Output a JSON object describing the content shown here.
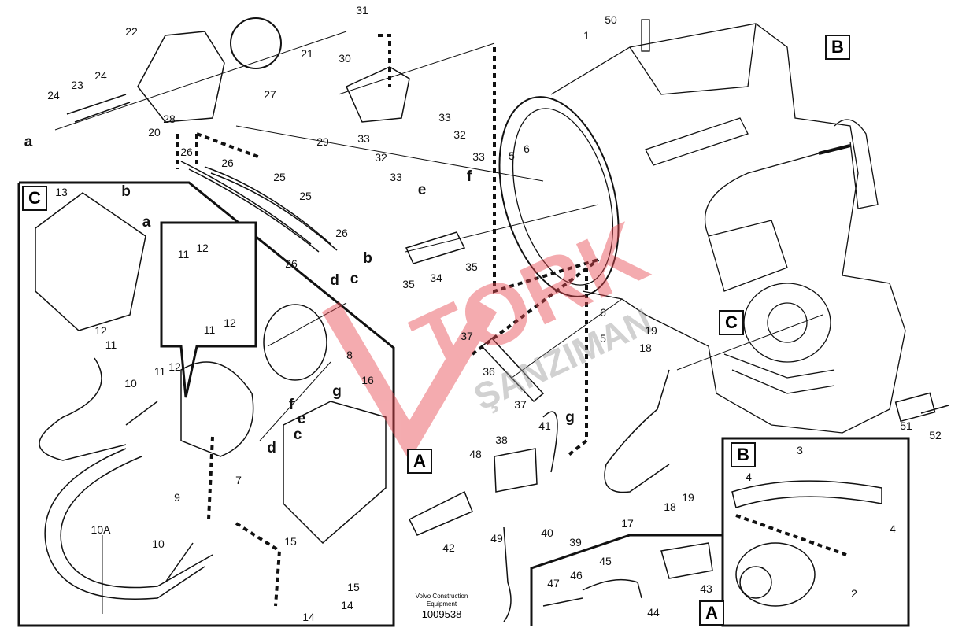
{
  "diagram": {
    "publisher": "Volvo Construction Equipment",
    "drawing_number": "1009538",
    "watermark": "TORK ŞANZIMAN",
    "section_boxes": [
      "B",
      "C",
      "C",
      "A",
      "B",
      "A"
    ],
    "callouts": [
      "50",
      "1",
      "31",
      "22",
      "21",
      "30",
      "24",
      "23",
      "24",
      "27",
      "20",
      "28",
      "29",
      "33",
      "32",
      "33",
      "33",
      "32",
      "33",
      "26",
      "26",
      "5",
      "6",
      "25",
      "25",
      "26",
      "26",
      "35",
      "34",
      "35",
      "13",
      "12",
      "11",
      "12",
      "11",
      "12",
      "11",
      "8",
      "6",
      "5",
      "19",
      "18",
      "37",
      "36",
      "37",
      "16",
      "10",
      "11",
      "12",
      "7",
      "9",
      "10A",
      "10",
      "15",
      "15",
      "14",
      "14",
      "38",
      "41",
      "48",
      "42",
      "49",
      "40",
      "39",
      "17",
      "18",
      "19",
      "3",
      "4",
      "4",
      "47",
      "46",
      "45",
      "44",
      "43",
      "2",
      "51",
      "52"
    ],
    "letters": [
      "a",
      "f",
      "e",
      "b",
      "d",
      "c",
      "b",
      "a",
      "g",
      "g",
      "f",
      "e",
      "c",
      "d"
    ],
    "colors": {
      "line": "#111111",
      "watermark_red": "#e8474f",
      "watermark_gray": "#9a9a9a"
    }
  }
}
